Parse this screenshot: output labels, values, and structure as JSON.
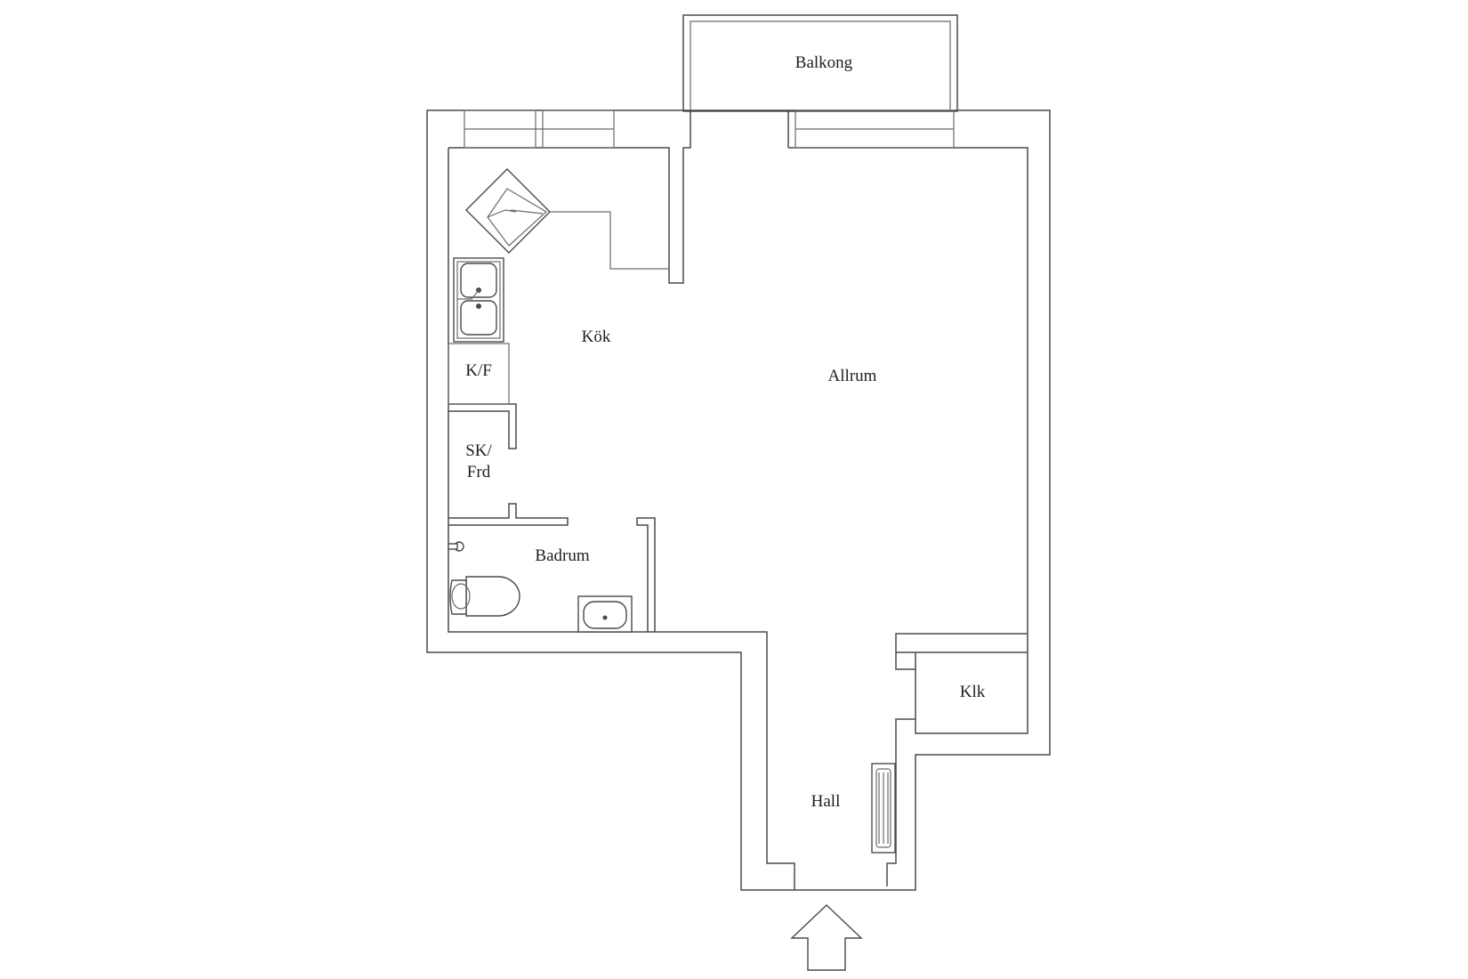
{
  "rooms": {
    "balkong": "Balkong",
    "kok": "Kök",
    "allrum": "Allrum",
    "kf": "K/F",
    "sk_line1": "SK/",
    "sk_line2": "Frd",
    "badrum": "Badrum",
    "klk": "Klk",
    "hall": "Hall"
  }
}
